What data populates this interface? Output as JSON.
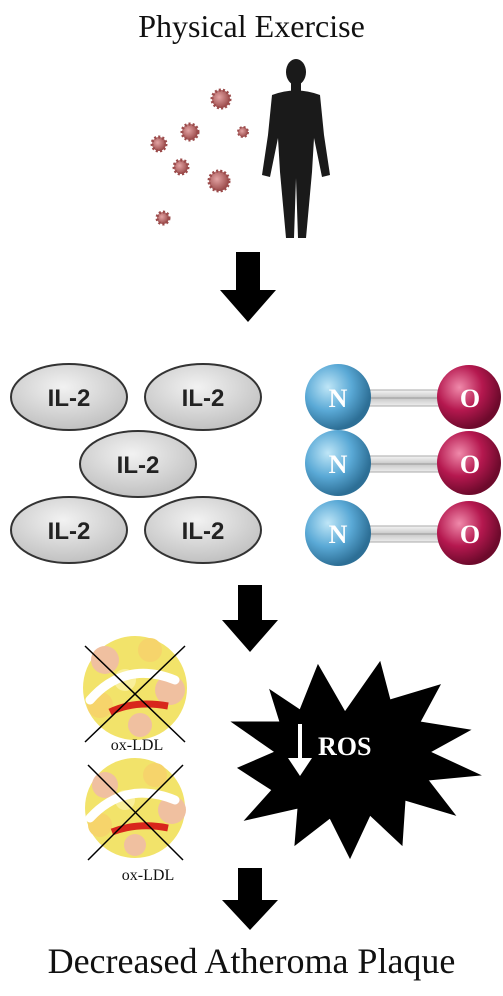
{
  "title_top": "Physical Exercise",
  "title_bottom": "Decreased Atheroma Plaque",
  "il2": [
    "IL-2",
    "IL-2",
    "IL-2",
    "IL-2",
    "IL-2"
  ],
  "no_molecules": [
    {
      "n": "N",
      "o": "O"
    },
    {
      "n": "N",
      "o": "O"
    },
    {
      "n": "N",
      "o": "O"
    }
  ],
  "ox_ldl": [
    "ox-LDL",
    "ox-LDL"
  ],
  "ros_label": "ROS",
  "colors": {
    "il2_fill": "#d9d9d9",
    "nitrogen": "#5aa9d6",
    "oxygen": "#b5184f",
    "arrow": "#000000",
    "burst": "#000000",
    "virus": "#b86a6a"
  }
}
